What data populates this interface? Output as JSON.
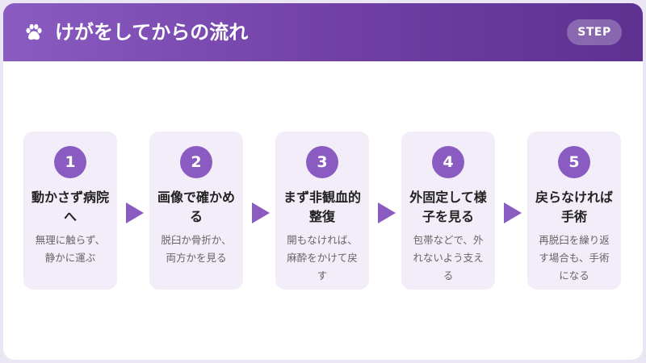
{
  "header": {
    "icon": "paw-icon",
    "title": "けがをしてからの流れ",
    "badge": "STEP"
  },
  "colors": {
    "accent": "#8a5bc0",
    "header_start": "#8a5bc0",
    "header_end": "#5e3191",
    "step_bg": "#f2edf8",
    "title_text": "#222222",
    "desc_text": "#666666"
  },
  "steps": [
    {
      "number": "1",
      "title": "動かさず病院へ",
      "description": "無理に触らず、静かに運ぶ"
    },
    {
      "number": "2",
      "title": "画像で確かめる",
      "description": "脱臼か骨折か、両方かを見る"
    },
    {
      "number": "3",
      "title": "まず非観血的整復",
      "description": "開もなければ、麻酔をかけて戻す"
    },
    {
      "number": "4",
      "title": "外固定して様子を見る",
      "description": "包帯などで、外れないよう支える"
    },
    {
      "number": "5",
      "title": "戻らなければ手術",
      "description": "再脱臼を繰り返す場合も、手術になる"
    }
  ]
}
